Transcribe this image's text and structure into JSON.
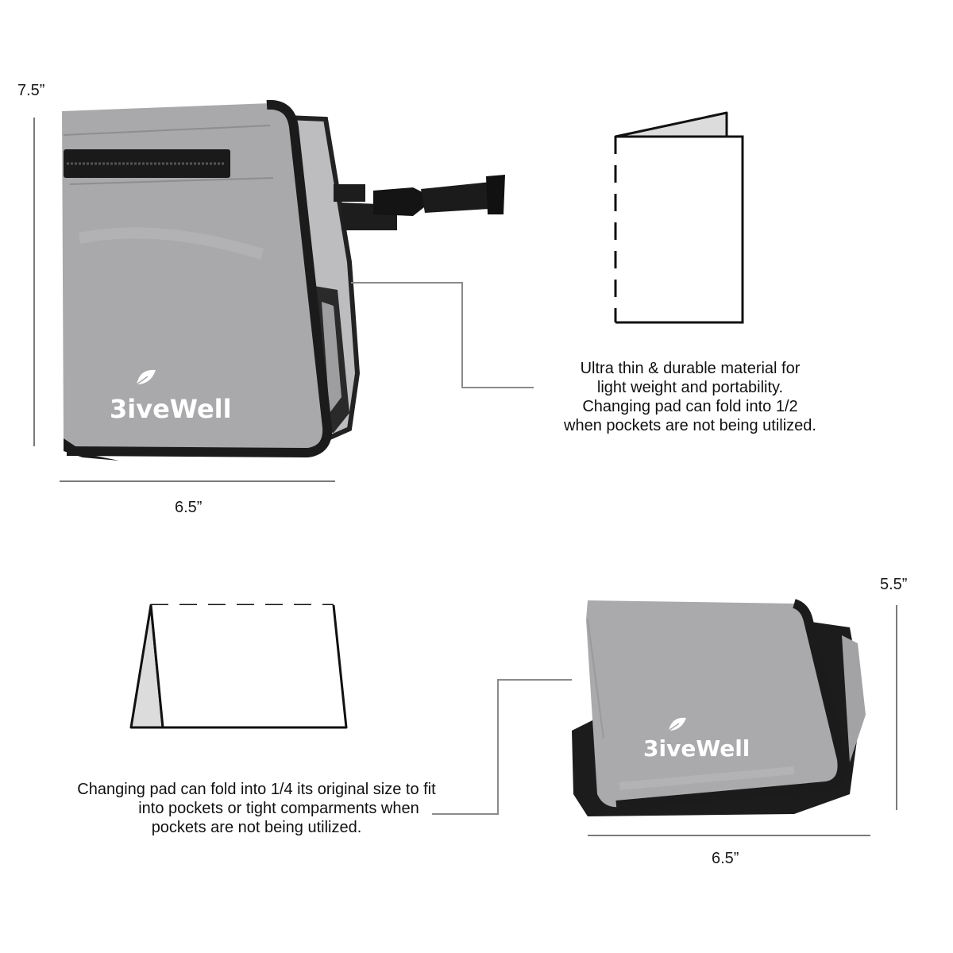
{
  "section_top": {
    "height_label": "7.5”",
    "width_label": "6.5”",
    "caption_lines": [
      "Ultra thin & durable material for",
      "light weight and portability.",
      "Changing pad can fold into 1/2",
      "when pockets are not being utilized."
    ],
    "brand_logo": "3iveWell",
    "fold_icon": "half-fold-booklet-icon"
  },
  "section_bottom": {
    "height_label": "5.5”",
    "width_label": "6.5”",
    "caption_lines": [
      "Changing pad can fold into 1/4 its original size to fit",
      "into pockets or tight comparments when",
      "pockets are not being utilized."
    ],
    "brand_logo": "3iveWell",
    "fold_icon": "tent-fold-card-icon"
  },
  "colors": {
    "pad_gray": "#a7a6a9",
    "pad_gray_light": "#bab9bc",
    "binding_black": "#1b1b1b",
    "leader_line": "#8a8a8a",
    "fold_shade": "#dcdcdc"
  }
}
